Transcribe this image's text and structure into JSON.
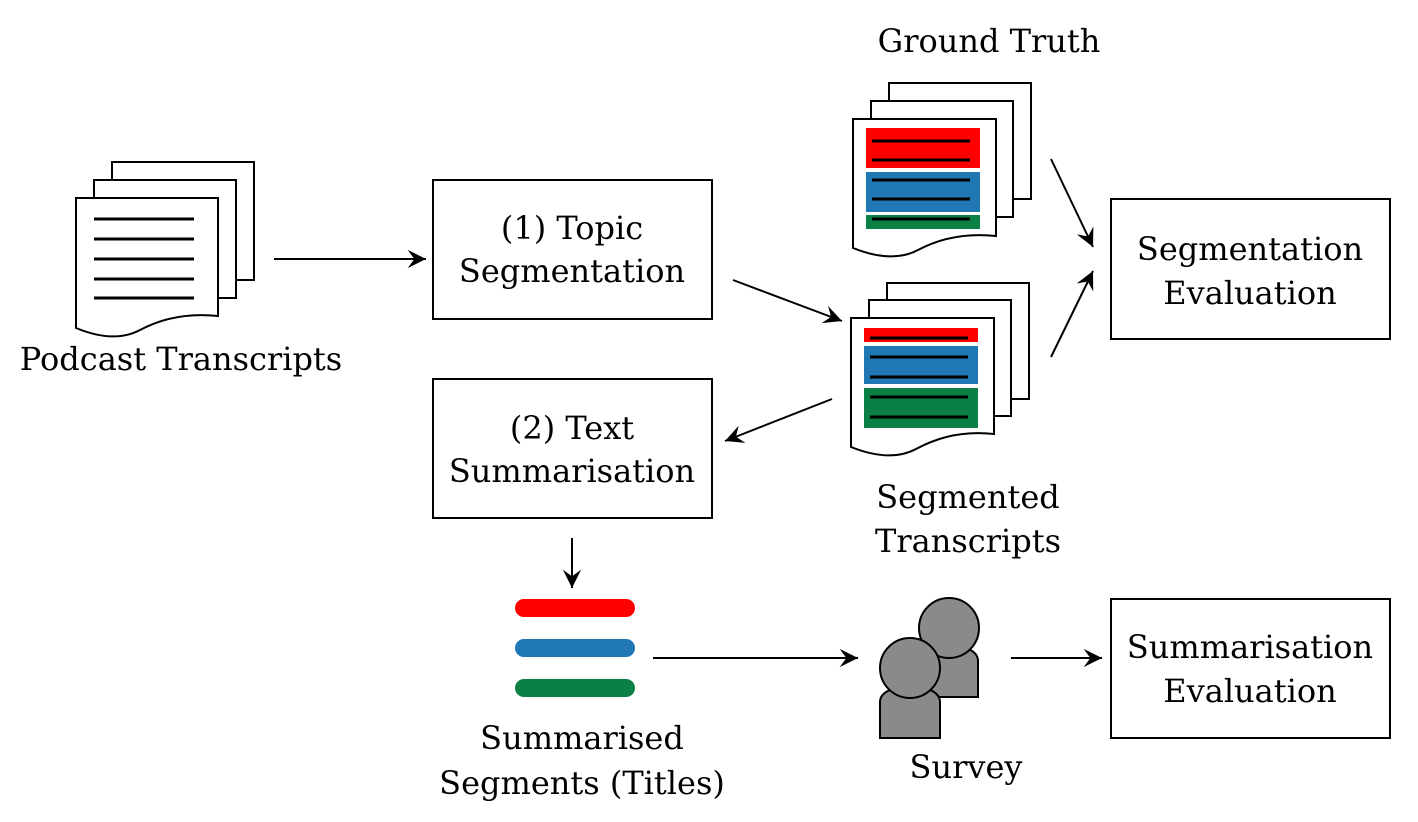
{
  "labels": {
    "podcast_transcripts": "Podcast Transcripts",
    "ground_truth": "Ground Truth",
    "segmented_transcripts_line1": "Segmented",
    "segmented_transcripts_line2": "Transcripts",
    "summarised_segments_line1": "Summarised",
    "summarised_segments_line2": "Segments (Titles)",
    "survey": "Survey"
  },
  "boxes": {
    "topic_segmentation": {
      "line1": "(1) Topic",
      "line2": "Segmentation"
    },
    "text_summarisation": {
      "line1": "(2) Text",
      "line2": "Summarisation"
    },
    "segmentation_evaluation": {
      "line1": "Segmentation",
      "line2": "Evaluation"
    },
    "summarisation_evaluation": {
      "line1": "Summarisation",
      "line2": "Evaluation"
    }
  },
  "colors": {
    "segment_red": "#ff0000",
    "segment_blue": "#1f77b4",
    "segment_green": "#0b8045",
    "person_gray": "#8a8a8a"
  },
  "icons": {
    "podcast_transcripts": "document-stack-icon",
    "ground_truth": "segmented-document-stack-icon",
    "segmented_transcripts": "segmented-document-stack-icon",
    "summarised_segments": "colored-pills-icon",
    "survey": "people-icon"
  }
}
